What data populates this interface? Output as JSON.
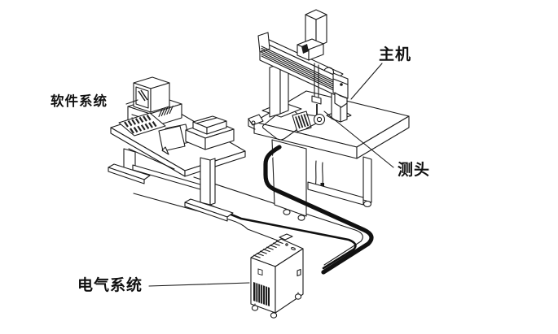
{
  "diagram": {
    "type": "labeled-illustration",
    "labels": {
      "software_system": "软件系统",
      "host": "主机",
      "probe": "测头",
      "electrical_system": "电气系统"
    },
    "parts": [
      "computer-desk-workstation",
      "cmm-host-machine",
      "measuring-probe",
      "electrical-control-cabinet",
      "connection-cables"
    ],
    "colors": {
      "line": "#1a1a1a",
      "background": "#ffffff",
      "cable": "#111111"
    }
  }
}
